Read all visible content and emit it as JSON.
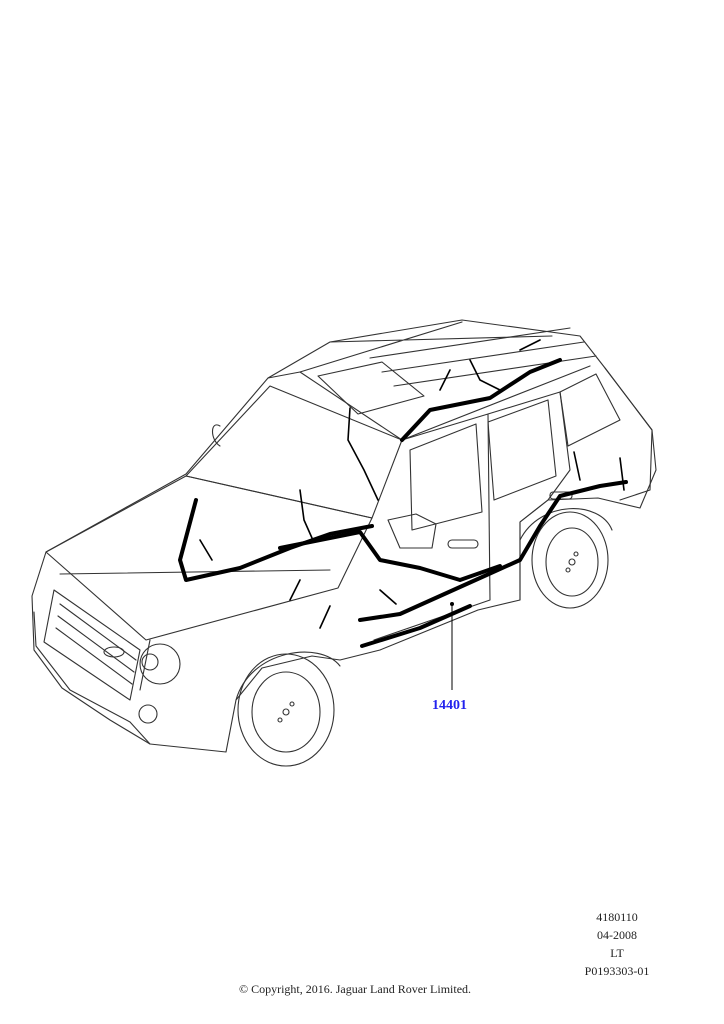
{
  "callout": {
    "part_number": "14401"
  },
  "meta": {
    "line1": "4180110",
    "line2": "04-2008",
    "line3": "LT",
    "line4": "P0193303-01"
  },
  "copyright": "© Copyright, 2016. Jaguar Land Rover Limited."
}
